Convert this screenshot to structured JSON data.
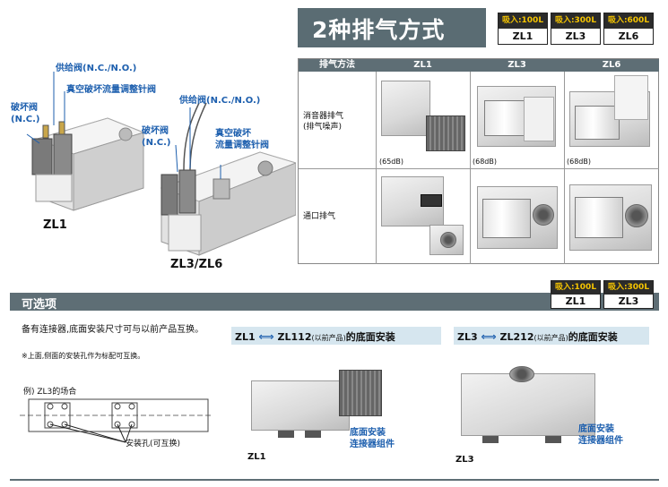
{
  "title": "2种排气方式",
  "models": [
    {
      "suction": "吸入:100L",
      "name": "ZL1"
    },
    {
      "suction": "吸入:300L",
      "name": "ZL3"
    },
    {
      "suction": "吸入:600L",
      "name": "ZL6"
    }
  ],
  "illustration": {
    "supply_valve_1": "供给阀(N.C./N.O.)",
    "flow_needle_1": "真空破坏流量调整针阀",
    "break_valve_1": "破坏阀\n(N.C.)",
    "supply_valve_2": "供给阀(N.C./N.O.)",
    "break_valve_2": "破坏阀\n(N.C.)",
    "flow_needle_2": "真空破坏\n流量调整针阀",
    "label_zl1": "ZL1",
    "label_zl3": "ZL3/ZL6"
  },
  "table": {
    "headers": [
      "排气方法",
      "ZL1",
      "ZL3",
      "ZL6"
    ],
    "rows": [
      {
        "method": "消音器排气\n(排气噪声)",
        "notes": [
          "(65dB)",
          "(68dB)",
          "(68dB)"
        ]
      },
      {
        "method": "通口排气",
        "notes": [
          "",
          "",
          ""
        ]
      }
    ]
  },
  "options": {
    "title": "可选项",
    "models": [
      {
        "suction": "吸入:100L",
        "name": "ZL1"
      },
      {
        "suction": "吸入:300L",
        "name": "ZL3"
      }
    ],
    "description": "备有连接器,底面安装尺寸可与以前产品互换。",
    "note": "※上面,侧面的安装孔作为标配可互换。",
    "example_label": "例) ZL3的场合",
    "holes_label": "安装孔(可互换)",
    "panel1": {
      "from": "ZL1",
      "to": "ZL112",
      "paren": "(以前产品)",
      "suffix": "的底面安装",
      "callout": "底面安装\n连接器组件",
      "product_label": "ZL1"
    },
    "panel2": {
      "from": "ZL3",
      "to": "ZL212",
      "paren": "(以前产品)",
      "suffix": "的底面安装",
      "callout": "底面安装\n连接器组件",
      "product_label": "ZL3"
    }
  }
}
